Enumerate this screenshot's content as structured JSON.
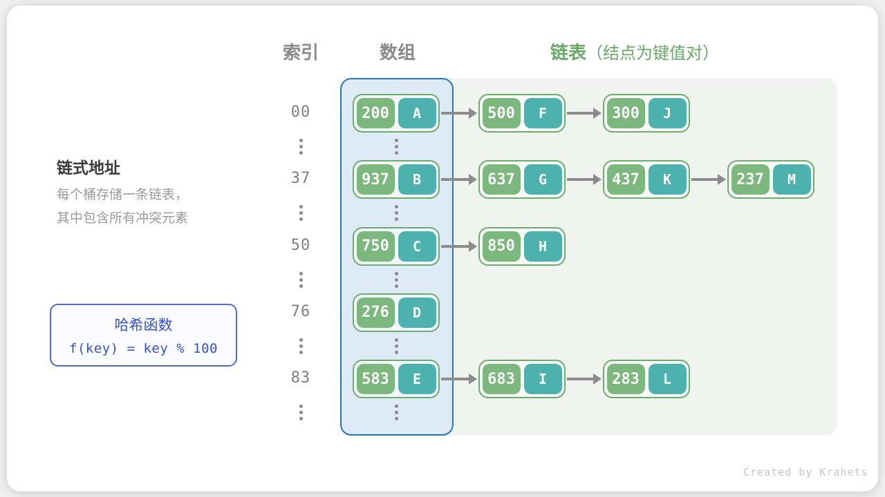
{
  "header": {
    "index_label": "索引",
    "array_label": "数组",
    "list_label": "链表",
    "list_note": "（结点为键值对）"
  },
  "sidebar": {
    "title": "链式地址",
    "description": "每个桶存储一条链表，\n其中包含所有冲突元素"
  },
  "hash_box": {
    "title": "哈希函数",
    "formula": "f(key) = key % 100"
  },
  "watermark": "Created by Krahets",
  "colors": {
    "list_area_fill": "#EFF5EE",
    "array_fill": "#DEEBF6",
    "array_border": "#2377BE",
    "node_border": "#6CAC6B",
    "key_fill": "#7CB77E",
    "value_fill": "#4DB2AD",
    "header_green": "#68A967",
    "header_gray": "#8A8A8A",
    "arrow_gray": "#8C8C8C",
    "hash_blue": "#3550CE"
  },
  "rows": [
    {
      "index": "00",
      "nodes": [
        {
          "key": "200",
          "value": "A"
        },
        {
          "key": "500",
          "value": "F"
        },
        {
          "key": "300",
          "value": "J"
        }
      ]
    },
    {
      "index": "37",
      "nodes": [
        {
          "key": "937",
          "value": "B"
        },
        {
          "key": "637",
          "value": "G"
        },
        {
          "key": "437",
          "value": "K"
        },
        {
          "key": "237",
          "value": "M"
        }
      ]
    },
    {
      "index": "50",
      "nodes": [
        {
          "key": "750",
          "value": "C"
        },
        {
          "key": "850",
          "value": "H"
        }
      ]
    },
    {
      "index": "76",
      "nodes": [
        {
          "key": "276",
          "value": "D"
        }
      ]
    },
    {
      "index": "83",
      "nodes": [
        {
          "key": "583",
          "value": "E"
        },
        {
          "key": "683",
          "value": "I"
        },
        {
          "key": "283",
          "value": "L"
        }
      ]
    }
  ]
}
